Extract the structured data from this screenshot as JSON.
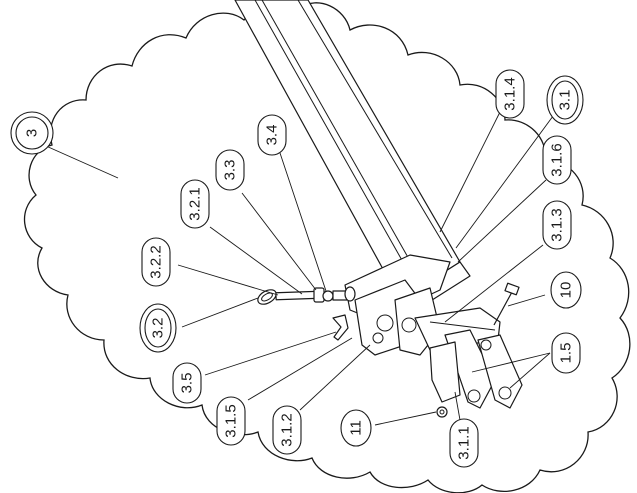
{
  "drawing": {
    "callouts": [
      {
        "id": "c-3",
        "text": "3",
        "assembly": true
      },
      {
        "id": "c-3-1",
        "text": "3.1",
        "assembly": true
      },
      {
        "id": "c-3-1-4",
        "text": "3.1.4",
        "assembly": false
      },
      {
        "id": "c-3-1-6",
        "text": "3.1.6",
        "assembly": false
      },
      {
        "id": "c-3-1-3",
        "text": "3.1.3",
        "assembly": false
      },
      {
        "id": "c-10",
        "text": "10",
        "assembly": false
      },
      {
        "id": "c-1-5",
        "text": "1.5",
        "assembly": false
      },
      {
        "id": "c-3-1-1",
        "text": "3.1.1",
        "assembly": false
      },
      {
        "id": "c-11",
        "text": "11",
        "assembly": false
      },
      {
        "id": "c-3-1-2",
        "text": "3.1.2",
        "assembly": false
      },
      {
        "id": "c-3-1-5",
        "text": "3.1.5",
        "assembly": false
      },
      {
        "id": "c-3-5",
        "text": "3.5",
        "assembly": false
      },
      {
        "id": "c-3-2",
        "text": "3.2",
        "assembly": true
      },
      {
        "id": "c-3-2-2",
        "text": "3.2.2",
        "assembly": false
      },
      {
        "id": "c-3-2-1",
        "text": "3.2.1",
        "assembly": false
      },
      {
        "id": "c-3-3",
        "text": "3.3",
        "assembly": false
      },
      {
        "id": "c-3-4",
        "text": "3.4",
        "assembly": false
      }
    ]
  }
}
